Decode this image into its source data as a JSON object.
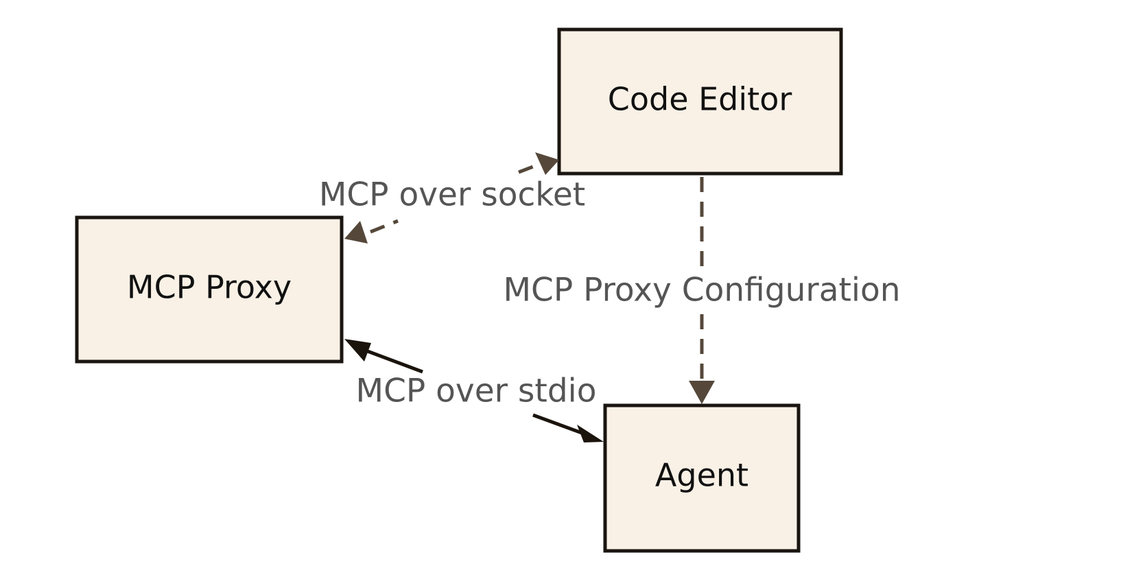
{
  "nodes": {
    "code_editor": "Code Editor",
    "mcp_proxy": "MCP Proxy",
    "agent": "Agent"
  },
  "edges": {
    "socket": "MCP over socket",
    "stdio": "MCP over stdio",
    "configuration": "MCP Proxy Configuration"
  },
  "colors": {
    "node_fill": "#f9f1e6",
    "node_stroke": "#1a1510",
    "dashed_edge": "#55483a",
    "solid_edge": "#1a140d",
    "edge_label": "#555555",
    "node_text": "#111111",
    "background": "#ffffff"
  }
}
